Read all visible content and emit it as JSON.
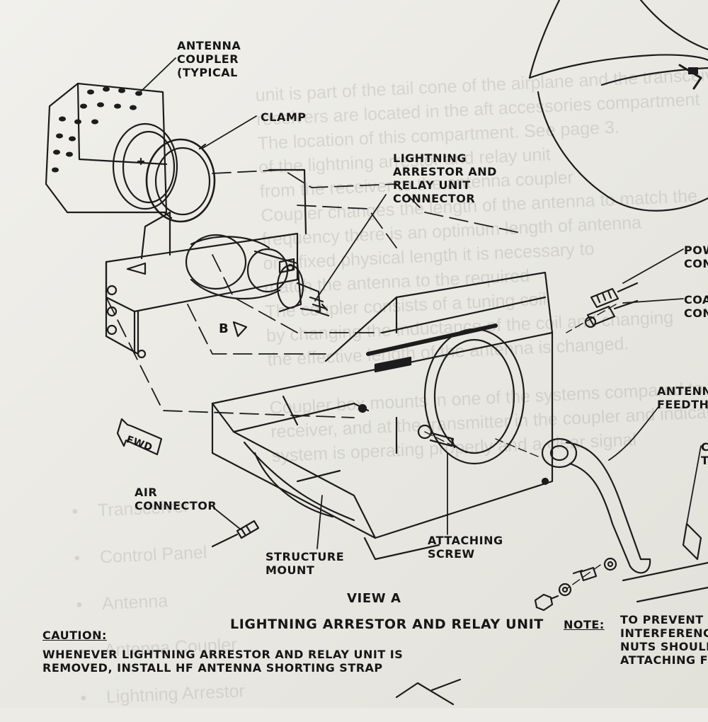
{
  "ghost_lines": [
    "unit is part of the tail cone of the airplane and the transceiver",
    "receivers are located in the aft accessories compartment",
    "The location of this compartment. See page 3.",
    "of the lightning arrestor and relay unit",
    "from the receiver to the antenna coupler",
    "Coupler changes the length of the antenna to match the",
    "frequency there is an optimum length of antenna",
    "or a fixed physical length it is necessary to",
    "match the antenna to the required",
    "The coupler consists of a tuning coil",
    "by changing the inductance of the coil and changing",
    "the effective length of the antenna is changed.",
    "",
    "Coupler box mounts in one of the systems compared to the",
    "receiver, and at the transmitter in the coupler and indicates that the",
    "system is operating properly and a clear signal"
  ],
  "ghost_bullets": [
    "Transceiver",
    "Control Panel",
    "Antenna",
    "Antenna Coupler",
    "Lightning Arrestor"
  ],
  "labels": {
    "antenna_coupler": [
      "ANTENNA",
      "COUPLER",
      "(TYPICAL"
    ],
    "clamp": "CLAMP",
    "connector": [
      "LIGHTNING",
      "ARRESTOR AND",
      "RELAY UNIT",
      "CONNECTOR"
    ],
    "power_connector": [
      "POWE",
      "CONN"
    ],
    "coax_connector": [
      "COAX",
      "CONN"
    ],
    "antenna_feedthrough": [
      "ANTENNA",
      "FEEDTHRO"
    ],
    "right_edge": [
      "C",
      "T"
    ],
    "b_marker": "B",
    "fwd": "FWD",
    "air_connector": [
      "AIR",
      "CONNECTOR"
    ],
    "structure_mount": [
      "STRUCTURE",
      "MOUNT"
    ],
    "attaching_screw": [
      "ATTACHING",
      "SCREW"
    ]
  },
  "view_label": "VIEW A",
  "title": "LIGHTNING ARRESTOR AND RELAY UNIT",
  "caution": {
    "heading": "CAUTION:",
    "lines": [
      "WHENEVER LIGHTNING ARRESTOR AND RELAY UNIT IS",
      "REMOVED, INSTALL HF ANTENNA SHORTING STRAP"
    ]
  },
  "note": {
    "heading": "NOTE:",
    "lines": [
      "TO PREVENT RA",
      "INTERFERENCE",
      "NUTS SHOULD B",
      "ATTACHING FEE"
    ]
  }
}
